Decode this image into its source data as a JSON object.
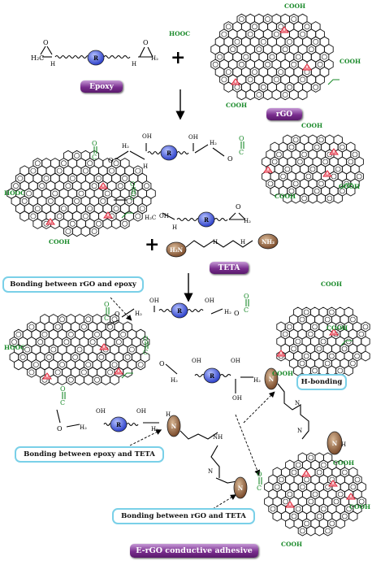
{
  "labels": {
    "epoxy": "Epoxy",
    "rgo": "rGO",
    "teta": "TETA",
    "final": "E-rGO conductive adhesive"
  },
  "callouts": {
    "rgo_epoxy": "Bonding between rGO and epoxy",
    "hbond": "H-bonding",
    "epoxy_teta": "Bonding between epoxy and TETA",
    "rgo_teta": "Bonding between rGO and TETA"
  },
  "chem": {
    "cooh": "COOH",
    "hooc": "HOOC",
    "r": "R",
    "o": "O",
    "oh": "OH",
    "h": "H",
    "h2c": "H₂C",
    "h2": "H₂",
    "c": "C",
    "n": "N",
    "nh": "NH",
    "nh2": "NH₂",
    "h2n": "H₂N",
    "plus": "+"
  },
  "colors": {
    "green": "#1a8a2a",
    "epoxide_red": "#e0283c",
    "r_blue": "#3c50d8",
    "amine_brown": "#8c5a3a",
    "label_purple": "#6a2480",
    "callout_border": "#7ad0e8"
  }
}
